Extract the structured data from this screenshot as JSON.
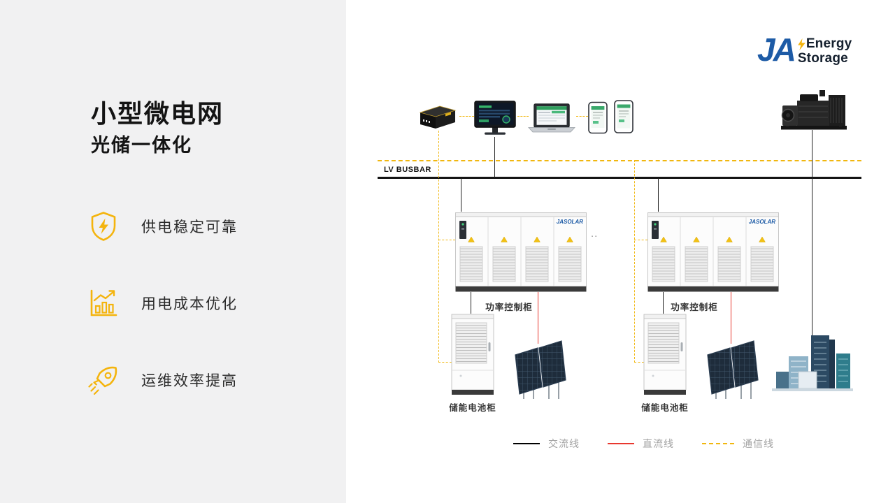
{
  "left": {
    "title": "小型微电网",
    "subtitle": "光储一体化",
    "features": [
      {
        "icon": "shield-bolt-icon",
        "label": "供电稳定可靠"
      },
      {
        "icon": "cost-chart-icon",
        "label": "用电成本优化"
      },
      {
        "icon": "rocket-icon",
        "label": "运维效率提高"
      }
    ]
  },
  "logo": {
    "mark": "JA",
    "line1": "Energy",
    "line2": "Storage"
  },
  "diagram": {
    "busbar_label": "LV  BUSBAR",
    "ellipsis": "..",
    "cabinet_brand": "JASOLAR",
    "devices": [
      "ems-gateway",
      "desktop-monitor",
      "laptop",
      "smartphones",
      "diesel-generator",
      "office-building",
      "pv-array",
      "pcs-cabinet",
      "battery-cabinet"
    ],
    "units": [
      {
        "pcs_label": "功率控制柜",
        "battery_label": "储能电池柜"
      },
      {
        "pcs_label": "功率控制柜",
        "battery_label": "储能电池柜"
      }
    ]
  },
  "legend": {
    "items": [
      {
        "label": "交流线",
        "color": "#000000",
        "style": "solid"
      },
      {
        "label": "直流线",
        "color": "#e8382f",
        "style": "solid"
      },
      {
        "label": "通信线",
        "color": "#f1b70f",
        "style": "dashed"
      }
    ]
  },
  "colors": {
    "accent_yellow": "#f4b40d",
    "brand_blue": "#1d5ba6",
    "dc_red": "#e8382f",
    "comm_yellow": "#f1b70f",
    "left_panel_gray": "#f1f1f2"
  }
}
